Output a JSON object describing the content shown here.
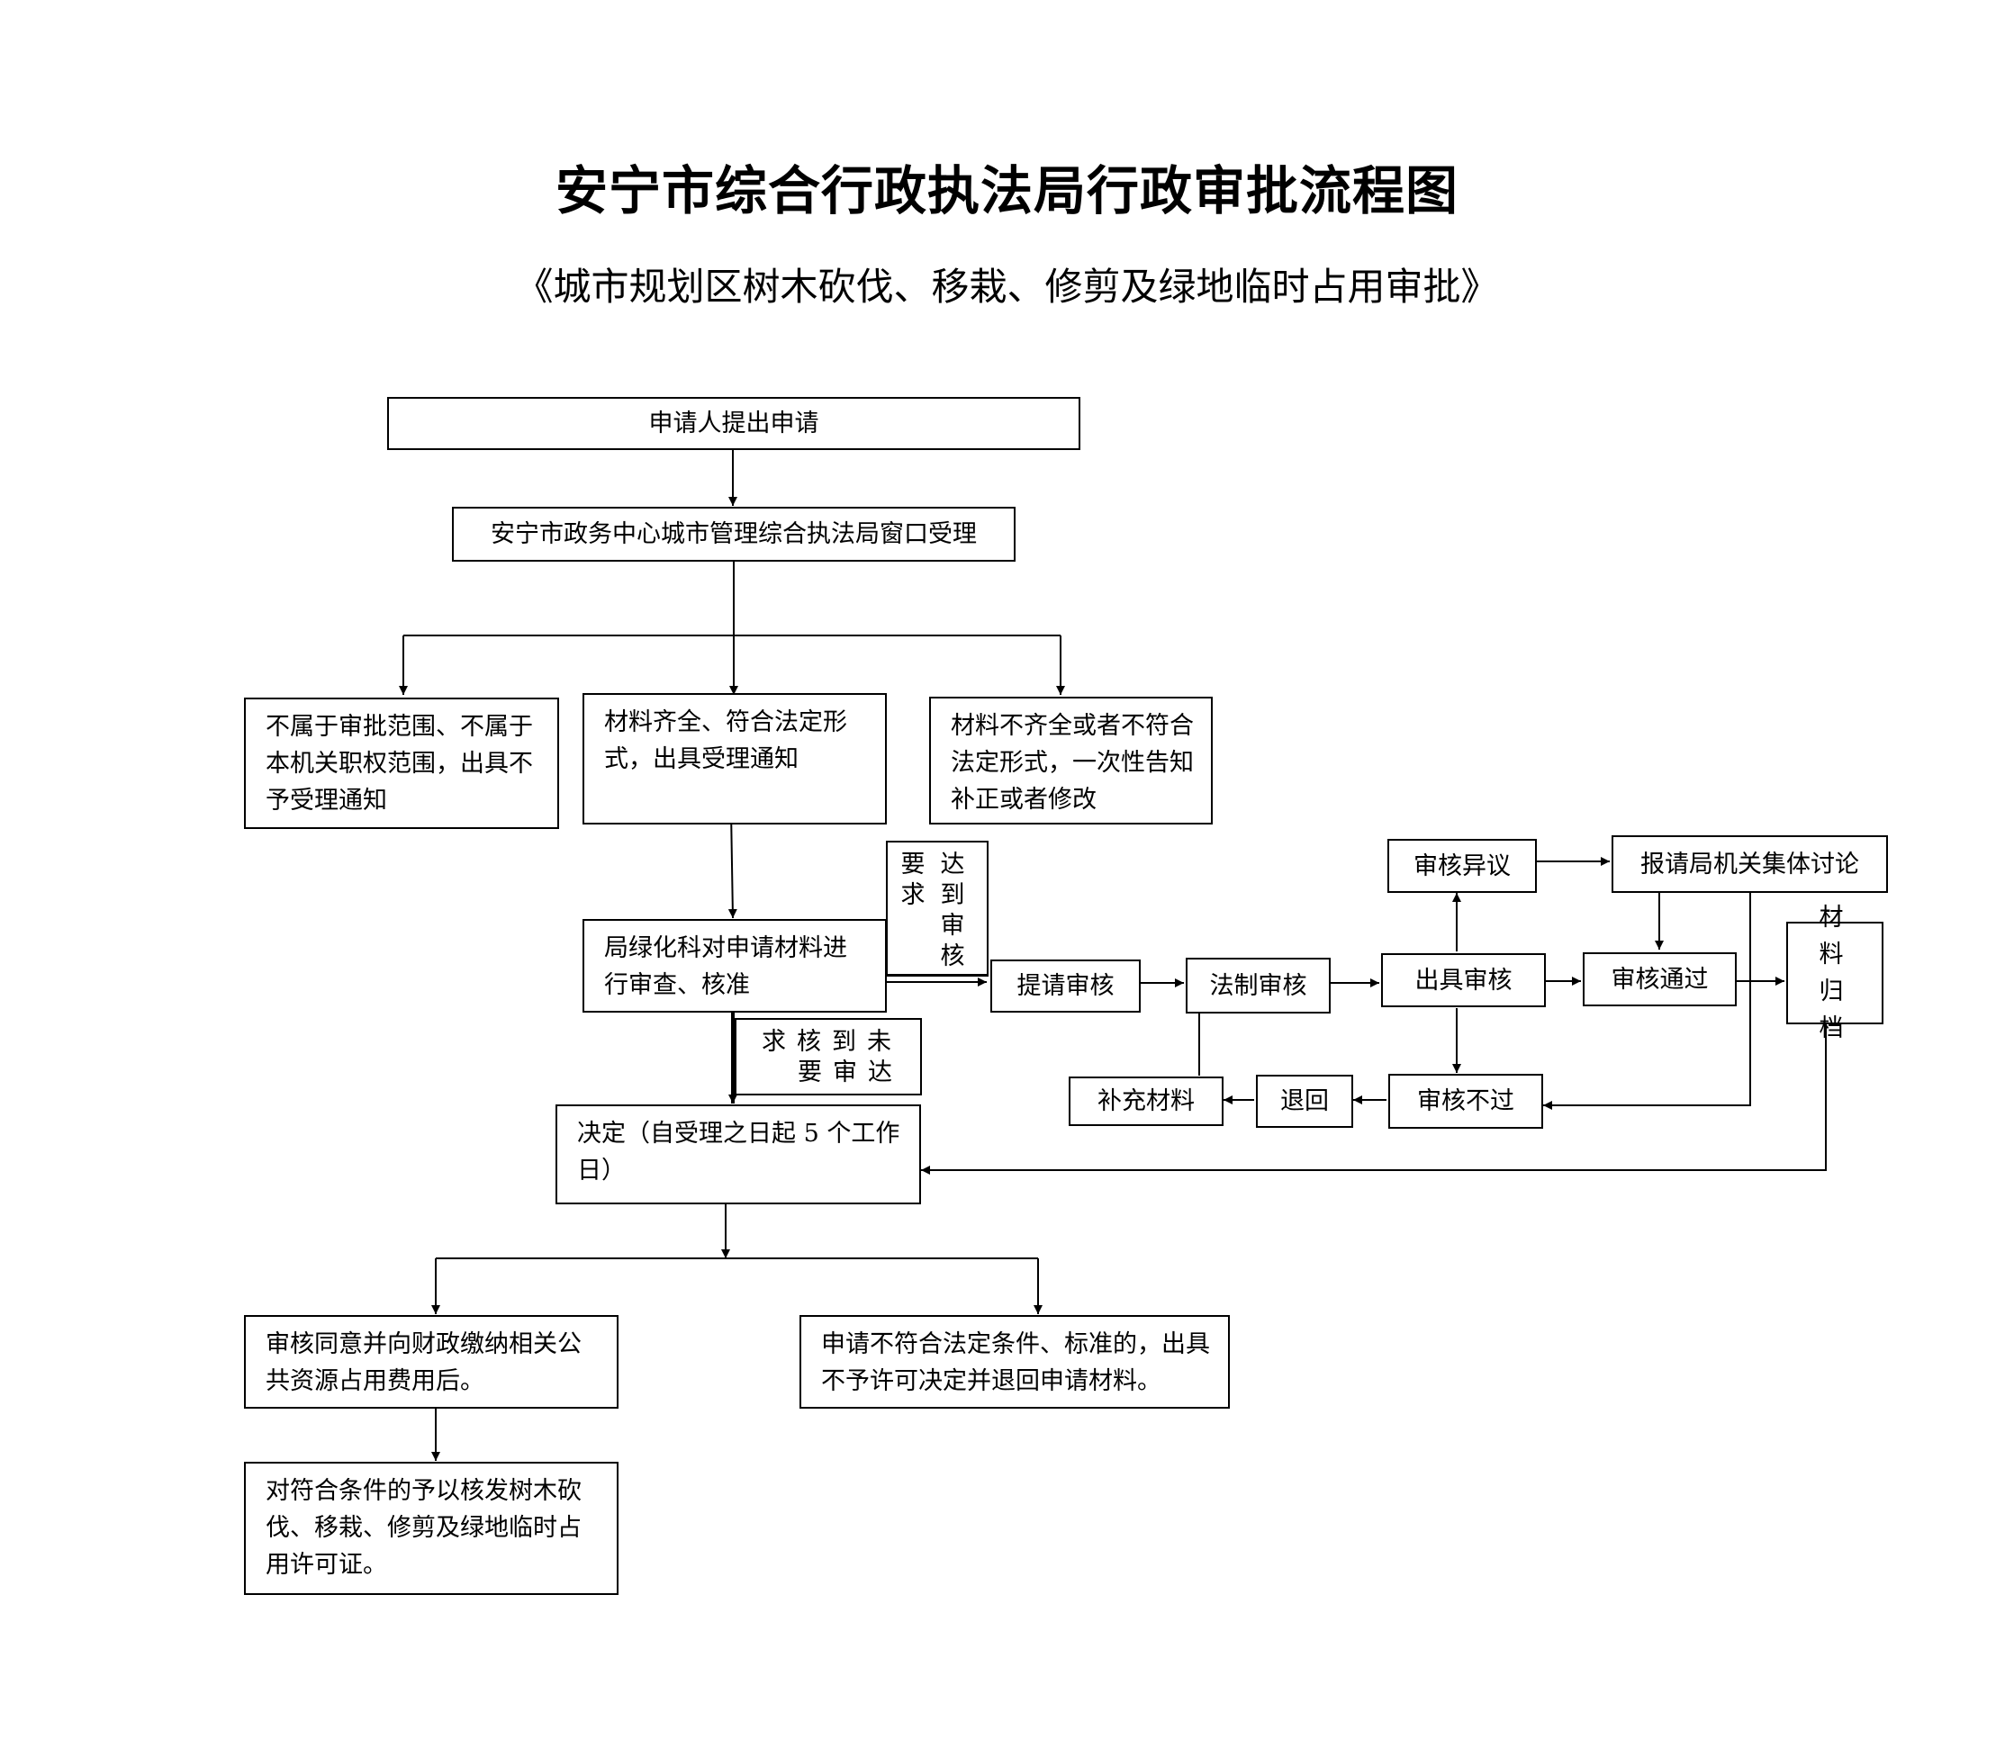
{
  "title": "安宁市综合行政执法局行政审批流程图",
  "subtitle": "《城市规划区树木砍伐、移栽、修剪及绿地临时占用审批》",
  "nodes": {
    "apply": "申请人提出申请",
    "window": "安宁市政务中心城市管理综合执法局窗口受理",
    "reject_scope": "不属于审批范围、不属于本机关职权范围，出具不予受理通知",
    "complete": "材料齐全、符合法定形式，出具受理通知",
    "incomplete": "材料不齐全或者不符合法定形式，一次性告知补正或者修改",
    "review": "局绿化科对申请材料进行审查、核准",
    "submit_review": "提请审核",
    "legal_review": "法制审核",
    "issue_review": "出具审核",
    "objection": "审核异议",
    "collective": "报请局机关集体讨论",
    "passed": "审核通过",
    "archive": "材料归档",
    "failed": "审核不过",
    "return": "退回",
    "supplement": "补充材料",
    "decision": "决定（自受理之日起 5 个工作日）",
    "approve": "审核同意并向财政缴纳相关公共资源占用费用后。",
    "deny": "申请不符合法定条件、标准的，出具不予许可决定并退回申请材料。",
    "license": "对符合条件的予以核发树木砍伐、移栽、修剪及绿地临时占用许可证。"
  },
  "labels": {
    "meets_left": "要求",
    "meets_right": "达到审核",
    "not_meets_top": "求核到未",
    "not_meets_bottom": "要审达"
  }
}
